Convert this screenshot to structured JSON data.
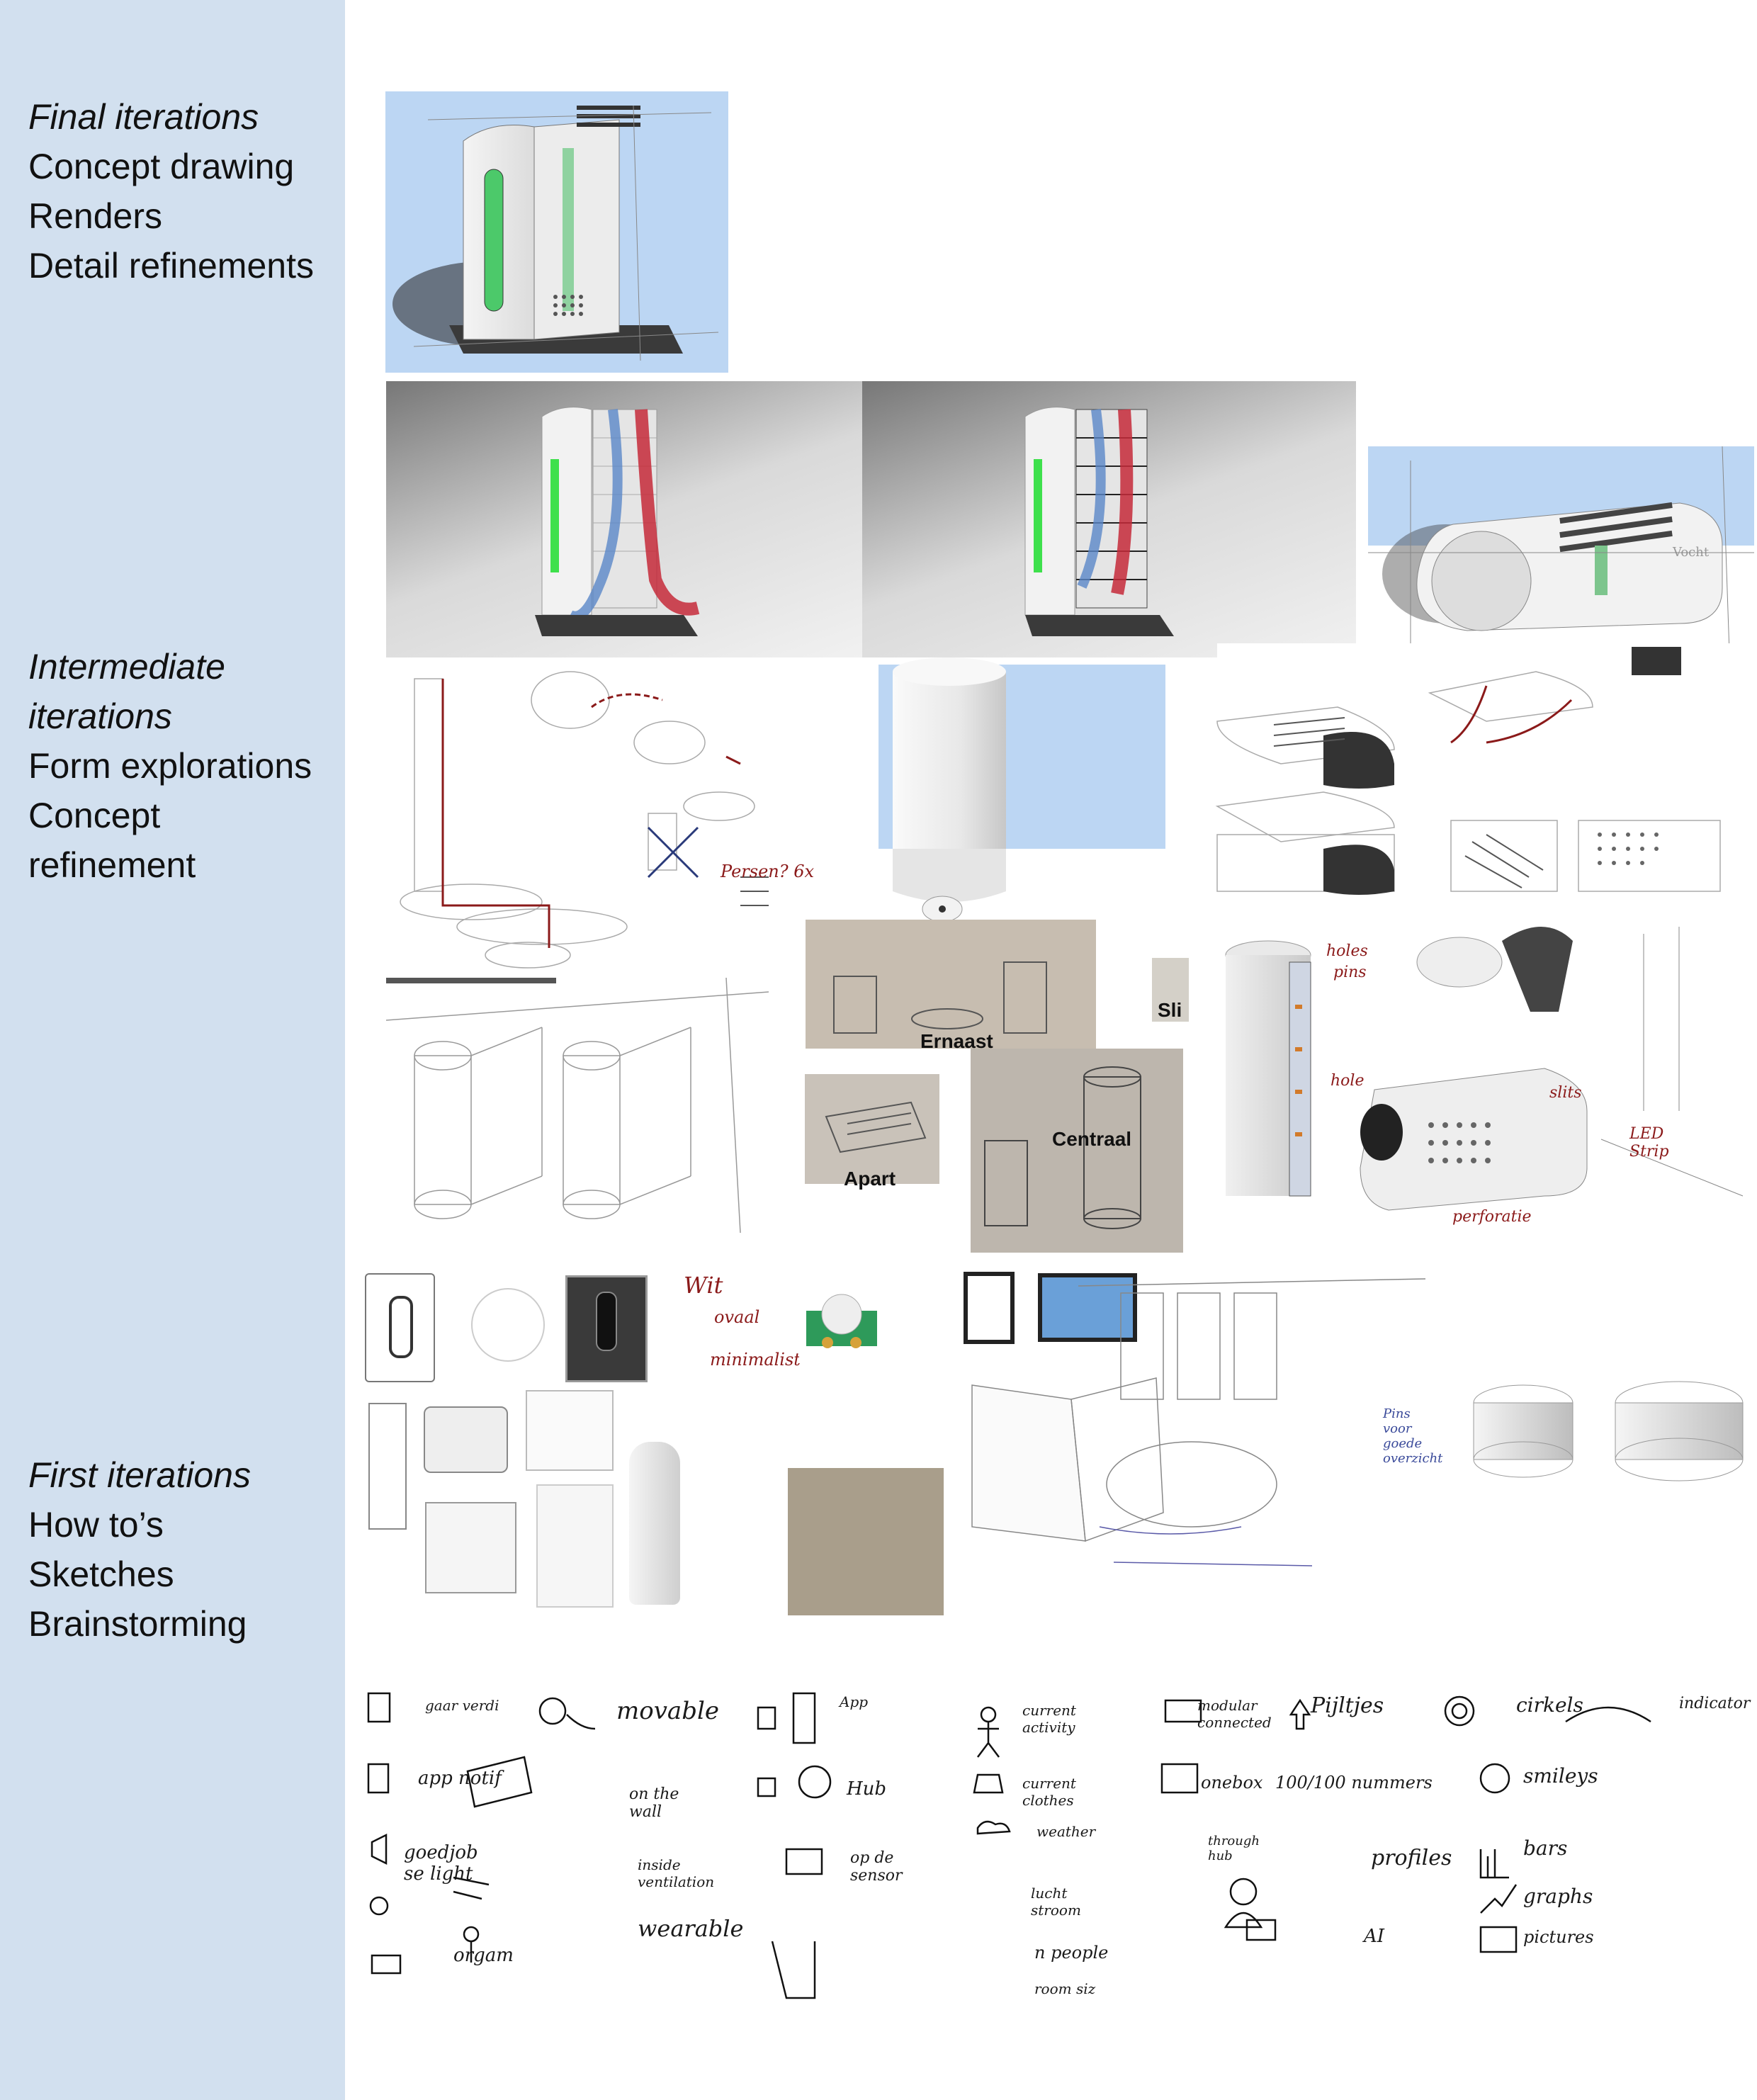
{
  "sidebar": {
    "final": {
      "title": "Final iterations",
      "items": [
        "Concept drawing",
        "Renders",
        "Detail refinements"
      ]
    },
    "intermediate": {
      "title_line1": "Intermediate",
      "title_line2": "iterations",
      "items": [
        "Form explorations",
        "Concept",
        "refinement"
      ]
    },
    "first": {
      "title": "First iterations",
      "items": [
        "How to’s",
        "Sketches",
        "Brainstorming"
      ]
    }
  },
  "photo_labels": {
    "ernaast": "Ernaast",
    "slim": "Sli",
    "centraal": "Centraal",
    "apart": "Apart"
  },
  "annotations": {
    "persen": "Persen? 6x",
    "holes": "holes",
    "pins": "pins",
    "hole": "hole",
    "slits": "slits",
    "led_strip": "LED Strip",
    "perforatie": "perforatie",
    "wit": "Wit",
    "ovaal": "ovaal",
    "minimalist": "minimalist",
    "pins_voor": "Pins voor goede overzicht",
    "vochr": "Vocht"
  },
  "brainstorm": {
    "col1": [
      "gaar verdi",
      "app notif",
      "goedjob se light",
      "orgam"
    ],
    "col2": [
      "movable",
      "on the wall",
      "inside ventilation",
      "wearable"
    ],
    "col3": [
      "App",
      "Hub",
      "op de sensor"
    ],
    "col4": [
      "current activity",
      "current clothes",
      "weather",
      "lucht stroom",
      "n people",
      "room siz"
    ],
    "col5": [
      "modular connected",
      "onebox",
      "100/100 nummers",
      "through hub",
      "profiles",
      "AI"
    ],
    "col6": [
      "Pijltjes",
      "cirkels",
      "indicator",
      "smileys",
      "bars",
      "graphs",
      "pictures"
    ]
  },
  "colors": {
    "sidebar": "#d2e0ef",
    "sky": "#bcd6f3",
    "accent_red": "#8b1a1a",
    "led_green": "#4cc96a"
  }
}
